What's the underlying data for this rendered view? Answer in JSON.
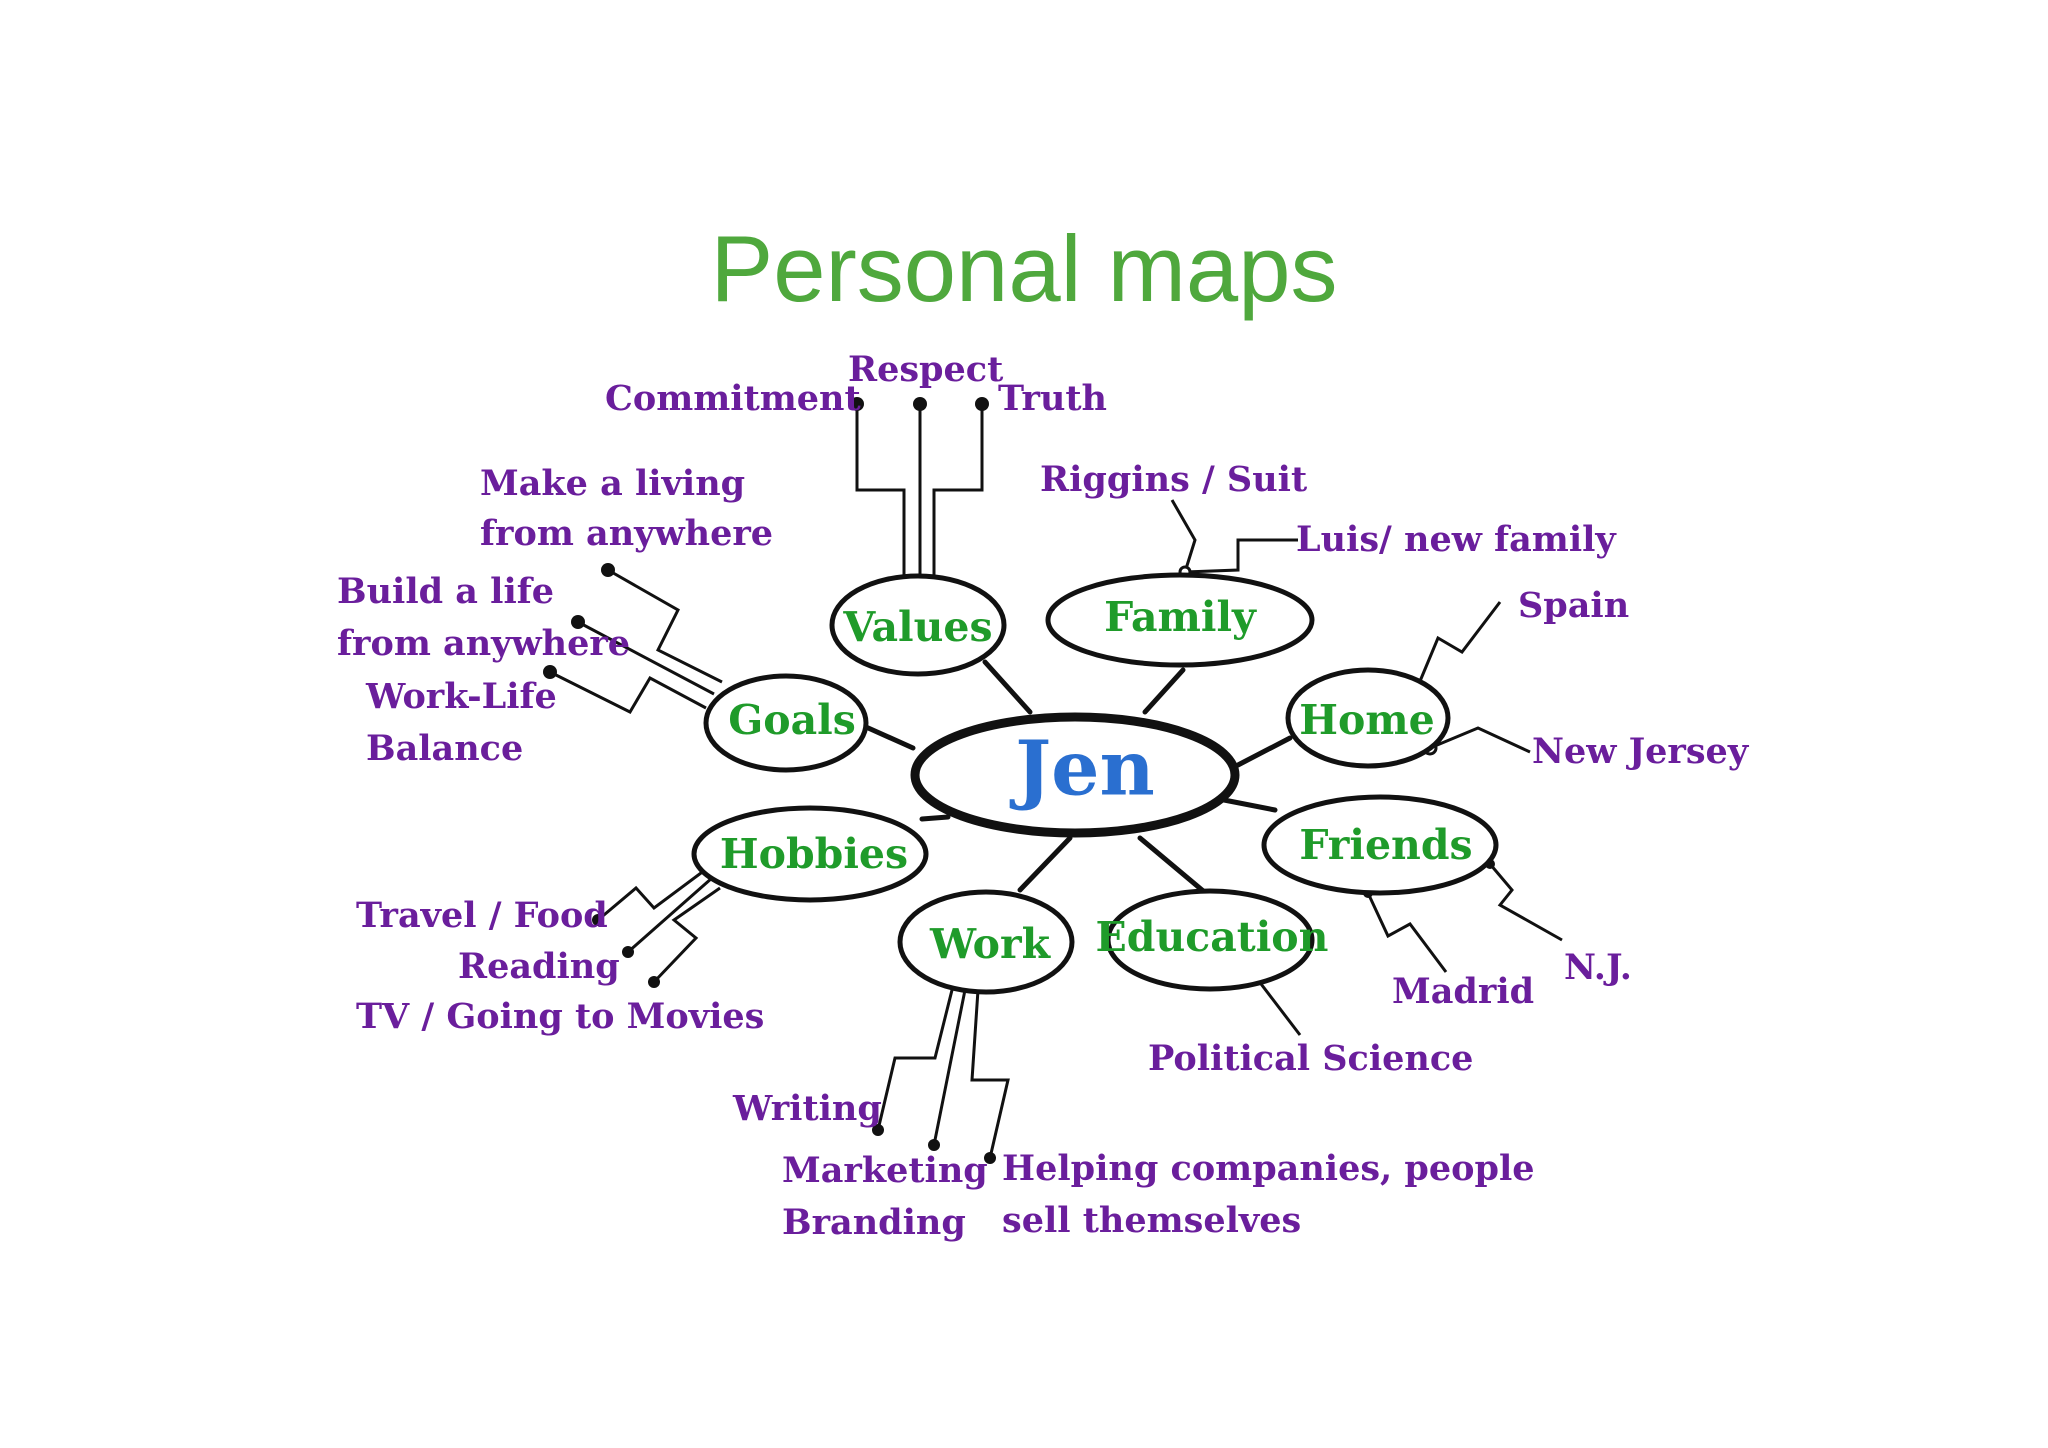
{
  "title": "Personal maps",
  "colors": {
    "title": "#4fa83d",
    "center_text": "#2a6fd0",
    "node_text": "#1f9b2a",
    "leaf_text": "#6a1e9c",
    "lines": "#111111"
  },
  "center": "Jen",
  "nodes": {
    "values": "Values",
    "family": "Family",
    "goals": "Goals",
    "home": "Home",
    "hobbies": "Hobbies",
    "friends": "Friends",
    "work": "Work",
    "education": "Education"
  },
  "leaves": {
    "values": [
      "Commitment",
      "Respect",
      "Truth"
    ],
    "family": [
      "Riggins / Suit",
      "Luis/ new family"
    ],
    "goals": [
      "Make a living",
      "from anywhere",
      "Build a life",
      "from anywhere",
      "Work-Life",
      "Balance"
    ],
    "home": [
      "Spain",
      "New Jersey"
    ],
    "friends": [
      "Madrid",
      "N.J."
    ],
    "hobbies": [
      "Travel / Food",
      "Reading",
      "TV / Going to Movies"
    ],
    "education": [
      "Political Science"
    ],
    "work": [
      "Writing",
      "Marketing",
      "Branding",
      "Helping companies, people",
      "sell themselves"
    ]
  }
}
